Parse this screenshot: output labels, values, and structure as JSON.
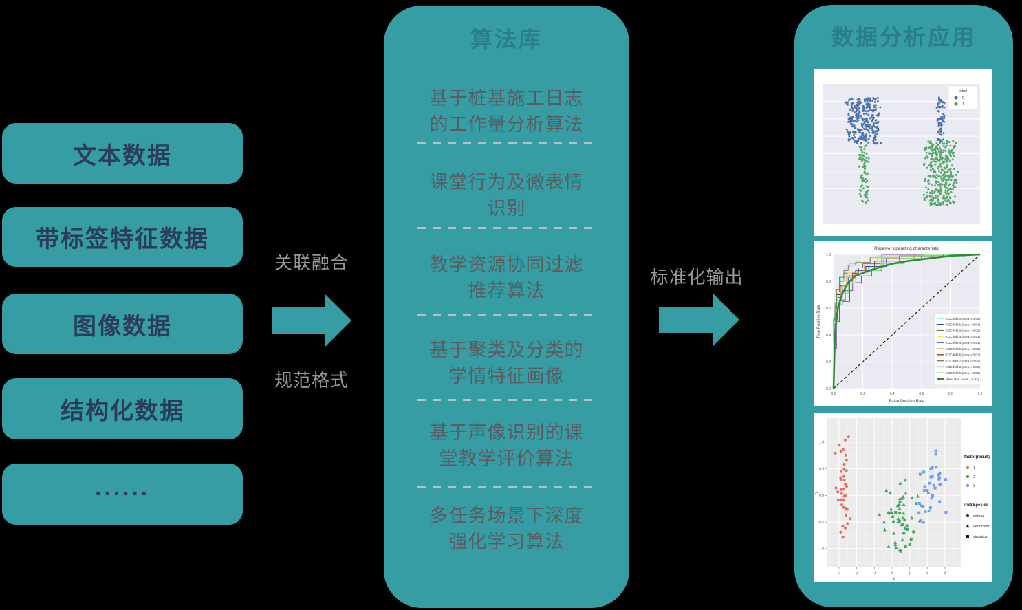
{
  "left": {
    "boxes": [
      {
        "label": "文本数据"
      },
      {
        "label": "带标签特征数据"
      },
      {
        "label": "图像数据"
      },
      {
        "label": "结构化数据"
      },
      {
        "label": "······"
      }
    ]
  },
  "flow": {
    "fusion_label": "关联融合",
    "format_label": "规范格式",
    "output_label": "标准化输出"
  },
  "center": {
    "title": "算法库",
    "items": [
      {
        "line1": "基于桩基施工日志",
        "line2": "的工作量分析算法"
      },
      {
        "line1": "课堂行为及微表情",
        "line2": "识别"
      },
      {
        "line1": "教学资源协同过滤",
        "line2": "推荐算法"
      },
      {
        "line1": "基于聚类及分类的",
        "line2": "学情特征画像"
      },
      {
        "line1": "基于声像识别的课",
        "line2": "堂教学评价算法"
      },
      {
        "line1": "多任务场景下深度",
        "line2": "强化学习算法"
      }
    ]
  },
  "right": {
    "title": "数据分析应用"
  },
  "colors": {
    "teal": "#359da3",
    "panel_title": "#2b7e89",
    "box_text": "#2b3c58",
    "item_text": "#595d60",
    "dash": "#b0c4c8",
    "flow_label": "#97999b",
    "background": "#000000"
  },
  "chart_data": [
    {
      "type": "scatter",
      "variant": "swarm",
      "plot_bg": "#eaeaf2",
      "gridlines": 7,
      "legend_title": "label",
      "legend": [
        {
          "label": "0",
          "color": "#4c72b0"
        },
        {
          "label": "1",
          "color": "#55a868"
        }
      ],
      "clusters": [
        {
          "label": "0",
          "color": "#4c72b0",
          "cx": 0.26,
          "y_top": 0.1,
          "y_bottom": 0.43,
          "width": 0.24,
          "n": 300
        },
        {
          "label": "1",
          "color": "#55a868",
          "cx": 0.26,
          "y_top": 0.44,
          "y_bottom": 0.85,
          "width": 0.07,
          "n": 80
        },
        {
          "label": "0",
          "color": "#4c72b0",
          "cx": 0.75,
          "y_top": 0.09,
          "y_bottom": 0.42,
          "width": 0.06,
          "n": 60
        },
        {
          "label": "1",
          "color": "#55a868",
          "cx": 0.75,
          "y_top": 0.41,
          "y_bottom": 0.87,
          "width": 0.23,
          "n": 330
        }
      ]
    },
    {
      "type": "line",
      "title": "Receiver operating characteristic",
      "xlabel": "False Positive Rate",
      "ylabel": "True Positive Rate",
      "xlim": [
        0,
        1
      ],
      "ylim": [
        0,
        1
      ],
      "xticks": [
        "0.0",
        "0.2",
        "0.4",
        "0.6",
        "0.8",
        "1.0"
      ],
      "yticks": [
        "0.0",
        "0.2",
        "0.4",
        "0.6",
        "0.8",
        "1.0"
      ],
      "plot_bg": "#eaeaf2",
      "diagonal": {
        "style": "dashed",
        "color": "#222222"
      },
      "series": [
        {
          "label": "ROC fold 0 (area = 0.94)",
          "area": 0.94,
          "color": "#7fe7e3",
          "lw": 1,
          "step": true,
          "points": [
            [
              0,
              0
            ],
            [
              0.005,
              0.42
            ],
            [
              0.02,
              0.55
            ],
            [
              0.03,
              0.68
            ],
            [
              0.05,
              0.76
            ],
            [
              0.08,
              0.83
            ],
            [
              0.11,
              0.9
            ],
            [
              0.16,
              0.93
            ],
            [
              0.3,
              0.95
            ],
            [
              0.52,
              0.99
            ],
            [
              1,
              1
            ]
          ]
        },
        {
          "label": "ROC fold 1 (area = 0.94)",
          "area": 0.94,
          "color": "#332f7d",
          "lw": 1,
          "step": true,
          "points": [
            [
              0,
              0
            ],
            [
              0.01,
              0.48
            ],
            [
              0.02,
              0.6
            ],
            [
              0.05,
              0.7
            ],
            [
              0.09,
              0.77
            ],
            [
              0.14,
              0.84
            ],
            [
              0.22,
              0.87
            ],
            [
              0.33,
              0.91
            ],
            [
              0.42,
              1.0
            ],
            [
              1,
              1
            ]
          ]
        },
        {
          "label": "ROC fold 2 (area = 0.92)",
          "area": 0.92,
          "color": "#3f8f4e",
          "lw": 1,
          "step": true,
          "points": [
            [
              0,
              0
            ],
            [
              0.01,
              0.52
            ],
            [
              0.02,
              0.64
            ],
            [
              0.04,
              0.72
            ],
            [
              0.07,
              0.8
            ],
            [
              0.12,
              0.86
            ],
            [
              0.2,
              0.9
            ],
            [
              0.33,
              0.93
            ],
            [
              0.55,
              0.97
            ],
            [
              0.75,
              0.99
            ],
            [
              1,
              1
            ]
          ]
        },
        {
          "label": "ROC fold 3 (area = 0.93)",
          "area": 0.93,
          "color": "#efe964",
          "lw": 1,
          "step": true,
          "points": [
            [
              0,
              0
            ],
            [
              0.01,
              0.44
            ],
            [
              0.03,
              0.62
            ],
            [
              0.06,
              0.75
            ],
            [
              0.1,
              0.81
            ],
            [
              0.16,
              0.86
            ],
            [
              0.27,
              0.9
            ],
            [
              0.4,
              0.97
            ],
            [
              0.53,
              1.0
            ],
            [
              1,
              1
            ]
          ]
        },
        {
          "label": "ROC fold 4 (area = 0.91)",
          "area": 0.91,
          "color": "#3b57cc",
          "lw": 1,
          "step": true,
          "points": [
            [
              0,
              0
            ],
            [
              0.01,
              0.38
            ],
            [
              0.03,
              0.56
            ],
            [
              0.06,
              0.68
            ],
            [
              0.1,
              0.77
            ],
            [
              0.15,
              0.83
            ],
            [
              0.24,
              0.88
            ],
            [
              0.36,
              0.91
            ],
            [
              0.6,
              0.97
            ],
            [
              0.9,
              0.99
            ],
            [
              1,
              1
            ]
          ]
        },
        {
          "label": "ROC fold 5 (area = 0.93)",
          "area": 0.93,
          "color": "#ee9e4a",
          "lw": 1,
          "step": true,
          "points": [
            [
              0,
              0
            ],
            [
              0.01,
              0.42
            ],
            [
              0.03,
              0.58
            ],
            [
              0.05,
              0.69
            ],
            [
              0.09,
              0.76
            ],
            [
              0.13,
              0.83
            ],
            [
              0.21,
              0.87
            ],
            [
              0.34,
              0.92
            ],
            [
              0.55,
              0.97
            ],
            [
              1,
              1
            ]
          ]
        },
        {
          "label": "ROC fold 6 (area = 0.91)",
          "area": 0.91,
          "color": "#9e3a2f",
          "lw": 1,
          "step": true,
          "points": [
            [
              0,
              0
            ],
            [
              0.01,
              0.36
            ],
            [
              0.03,
              0.52
            ],
            [
              0.06,
              0.63
            ],
            [
              0.11,
              0.65
            ],
            [
              0.13,
              0.8
            ],
            [
              0.17,
              0.86
            ],
            [
              0.28,
              0.9
            ],
            [
              0.45,
              0.95
            ],
            [
              0.75,
              0.99
            ],
            [
              1,
              1
            ]
          ]
        },
        {
          "label": "ROC fold 7 (area = 0.95)",
          "area": 0.95,
          "color": "#7b814f",
          "lw": 1,
          "step": true,
          "points": [
            [
              0,
              0
            ],
            [
              0.01,
              0.46
            ],
            [
              0.02,
              0.62
            ],
            [
              0.04,
              0.74
            ],
            [
              0.07,
              0.83
            ],
            [
              0.1,
              0.88
            ],
            [
              0.15,
              0.92
            ],
            [
              0.25,
              0.94
            ],
            [
              0.45,
              0.98
            ],
            [
              0.8,
              0.99
            ],
            [
              1,
              1
            ]
          ]
        },
        {
          "label": "ROC fold 8 (area = 0.88)",
          "area": 0.88,
          "color": "#7a50a5",
          "lw": 1,
          "step": true,
          "points": [
            [
              0,
              0
            ],
            [
              0.02,
              0.3
            ],
            [
              0.04,
              0.5
            ],
            [
              0.08,
              0.66
            ],
            [
              0.13,
              0.73
            ],
            [
              0.19,
              0.79
            ],
            [
              0.26,
              0.84
            ],
            [
              0.33,
              0.88
            ],
            [
              0.37,
              1.0
            ],
            [
              1,
              1
            ]
          ]
        },
        {
          "label": "ROC fold 9 (area = 0.90)",
          "area": 0.9,
          "color": "#79e66e",
          "lw": 1,
          "step": true,
          "points": [
            [
              0,
              0
            ],
            [
              0.01,
              0.34
            ],
            [
              0.03,
              0.5
            ],
            [
              0.06,
              0.63
            ],
            [
              0.1,
              0.71
            ],
            [
              0.15,
              0.79
            ],
            [
              0.23,
              0.84
            ],
            [
              0.32,
              0.88
            ],
            [
              0.48,
              0.93
            ],
            [
              0.62,
              0.97
            ],
            [
              1,
              1
            ]
          ]
        },
        {
          "label": "Mean Roc (area = 0.92)",
          "area": 0.92,
          "color": "#2e8b2e",
          "lw": 2.6,
          "step": false,
          "points": [
            [
              0,
              0
            ],
            [
              0.01,
              0.42
            ],
            [
              0.03,
              0.6
            ],
            [
              0.06,
              0.71
            ],
            [
              0.1,
              0.79
            ],
            [
              0.15,
              0.84
            ],
            [
              0.22,
              0.87
            ],
            [
              0.3,
              0.9
            ],
            [
              0.4,
              0.93
            ],
            [
              0.5,
              0.95
            ],
            [
              0.65,
              0.97
            ],
            [
              0.8,
              0.99
            ],
            [
              1,
              1
            ]
          ]
        }
      ]
    },
    {
      "type": "scatter",
      "xlabel": "X",
      "ylabel": "Y",
      "xlim": [
        -3.7,
        3.9
      ],
      "ylim": [
        -1.35,
        1.45
      ],
      "xticks": [
        "-3",
        "-2",
        "-1",
        "0",
        "1",
        "2",
        "3"
      ],
      "yticks": [
        "-1.0",
        "-0.5",
        "0.0",
        "0.5",
        "1.0"
      ],
      "plot_bg": "#ebebeb",
      "legend_groups": [
        {
          "title": "factor(result)",
          "entries": [
            {
              "label": "1",
              "color": "#ee6a5b"
            },
            {
              "label": "2",
              "color": "#3fa45b"
            },
            {
              "label": "3",
              "color": "#6d9ef1"
            }
          ]
        },
        {
          "title": "iris$Species",
          "entries": [
            {
              "label": "setosa",
              "shape": "circle"
            },
            {
              "label": "versicolor",
              "shape": "triangle"
            },
            {
              "label": "virginica",
              "shape": "square"
            }
          ]
        }
      ],
      "clusters": [
        {
          "result": "1",
          "species": "setosa",
          "shape": "circle",
          "color": "#ee6a5b",
          "cx": -2.75,
          "sx": 0.32,
          "cy": 0.15,
          "sy": 0.62,
          "n": 42
        },
        {
          "result": "2",
          "species": "versicolor",
          "shape": "triangle",
          "color": "#3fa45b",
          "cx": 0.4,
          "sx": 0.75,
          "cy": -0.35,
          "sy": 0.5,
          "n": 40
        },
        {
          "result": "2",
          "species": "virginica",
          "shape": "square",
          "color": "#3fa45b",
          "cx": 0.95,
          "sx": 0.5,
          "cy": -0.5,
          "sy": 0.35,
          "n": 13
        },
        {
          "result": "3",
          "species": "virginica",
          "shape": "square",
          "color": "#6d9ef1",
          "cx": 2.35,
          "sx": 0.55,
          "cy": 0.25,
          "sy": 0.5,
          "n": 32
        },
        {
          "result": "3",
          "species": "setosa",
          "shape": "circle",
          "color": "#6d9ef1",
          "cx": 2.0,
          "sx": 0.3,
          "cy": -0.25,
          "sy": 0.2,
          "n": 5
        }
      ]
    }
  ]
}
